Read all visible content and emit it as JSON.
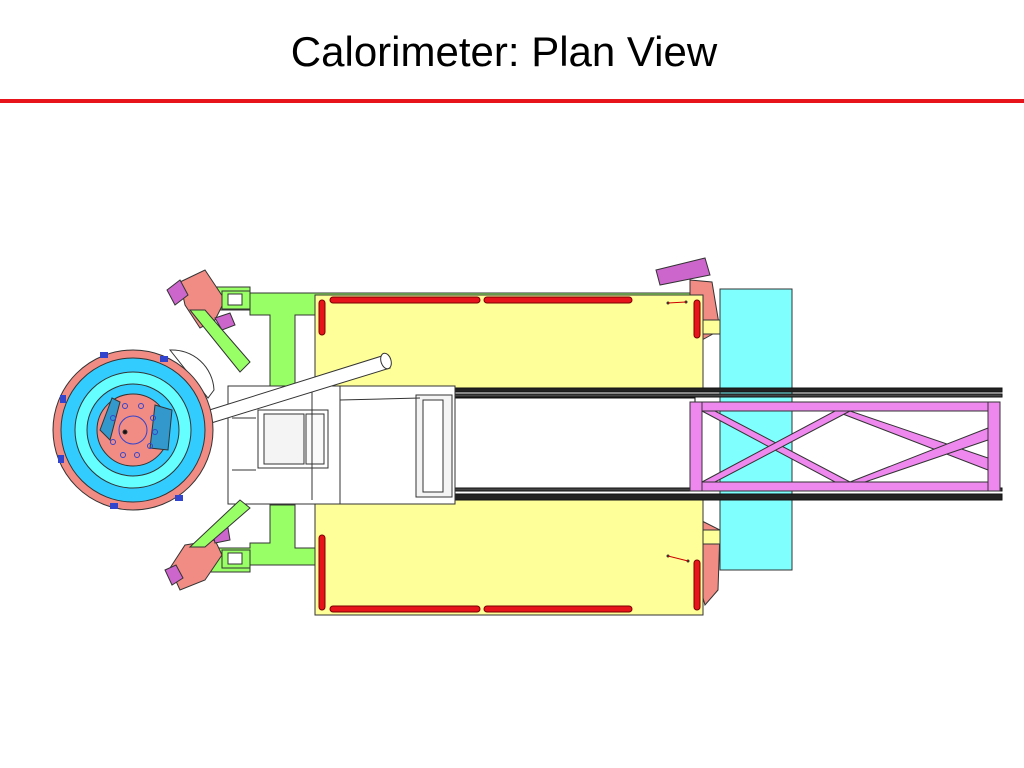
{
  "slide": {
    "title": "Calorimeter: Plan View"
  },
  "colors": {
    "rule": "#e8141b",
    "platform": "#ffff99",
    "frame": "#99ff66",
    "cryostat_outer": "#f08c84",
    "cryostat_ring": "#33ccff",
    "cryostat_inner": "#66ffff",
    "table": "#80ffff",
    "truss": "#ee88ee",
    "rails": "#e8141b",
    "brackets": "#cc66cc"
  },
  "diagram": {
    "components": [
      "platform-upper",
      "platform-lower",
      "support-frame",
      "cryostat",
      "beam-table",
      "truss-arm",
      "beam-pipe",
      "detector-housing"
    ]
  }
}
